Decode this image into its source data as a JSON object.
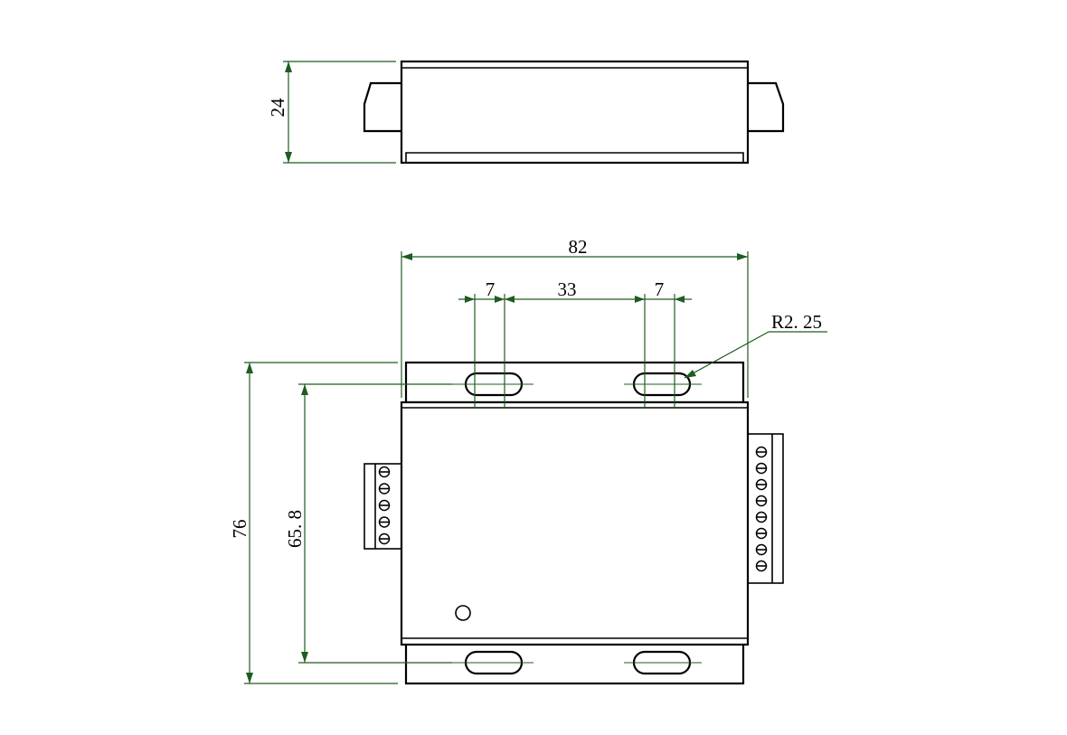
{
  "drawing": {
    "dimensions": {
      "height_top_view": "24",
      "overall_width": "82",
      "slot_width_left": "7",
      "slot_spacing": "33",
      "slot_width_right": "7",
      "slot_radius": "R2. 25",
      "overall_depth": "76",
      "mount_hole_pitch": "65. 8"
    },
    "colors": {
      "outline": "#000000",
      "dimension": "#1f5c1f"
    },
    "terminals": {
      "left_block_count": 5,
      "right_block_count": 8
    }
  }
}
